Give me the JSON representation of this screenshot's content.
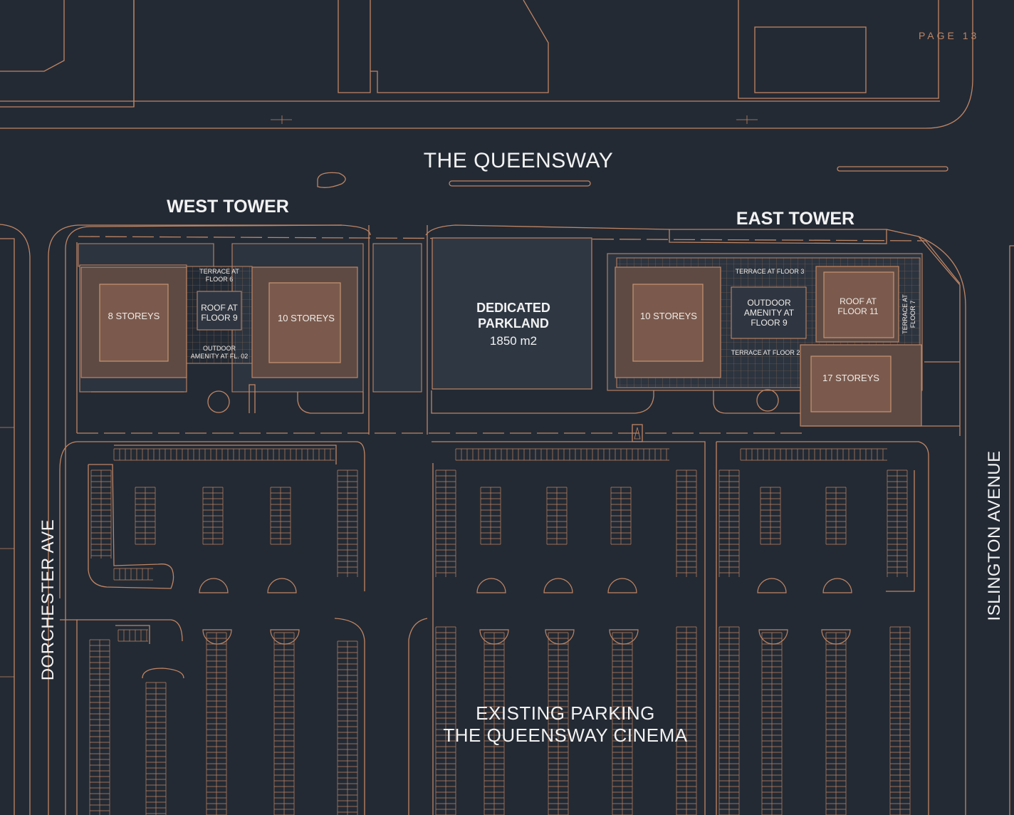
{
  "page": {
    "label": "PAGE 13"
  },
  "streets": {
    "north": "THE QUEENSWAY",
    "west": "DORCHESTER AVE",
    "east": "ISLINGTON AVENUE"
  },
  "towers": {
    "west": {
      "title": "WEST TOWER",
      "block_a": "8 STOREYS",
      "block_b": "10 STOREYS",
      "terrace": [
        "TERRACE AT",
        "FLOOR 6"
      ],
      "roof": [
        "ROOF AT",
        "FLOOR 9"
      ],
      "amenity": [
        "OUTDOOR",
        "AMENITY AT FL. 02"
      ]
    },
    "east": {
      "title": "EAST TOWER",
      "block_a": "10 STOREYS",
      "block_b": "17 STOREYS",
      "terrace_3": "TERRACE AT FLOOR 3",
      "terrace_2": "TERRACE AT FLOOR 2",
      "amenity": [
        "OUTDOOR",
        "AMENITY AT",
        "FLOOR 9"
      ],
      "roof": [
        "ROOF AT",
        "FLOOR 11"
      ],
      "terrace_7": [
        "TERRACE AT",
        "FLOOR 7"
      ]
    }
  },
  "parkland": {
    "line1": "DEDICATED",
    "line2": "PARKLAND",
    "area": "1850 m2"
  },
  "parking": {
    "line1": "EXISTING PARKING",
    "line2": "THE QUEENSWAY CINEMA"
  },
  "colors": {
    "background": "#232a34",
    "line": "#c08563",
    "building": "#5e4a43",
    "core": "#7b5a4d"
  }
}
